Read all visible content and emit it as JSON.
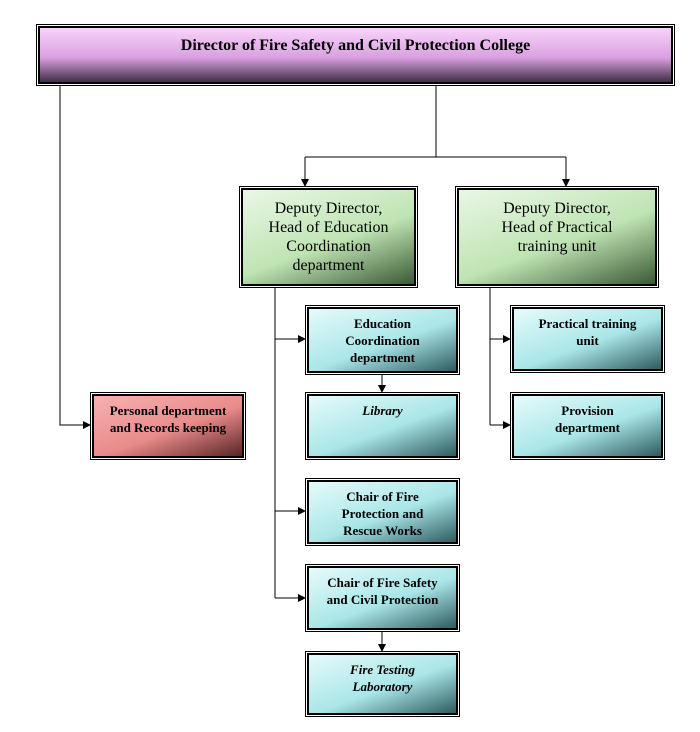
{
  "chart": {
    "director": "Director of Fire Safety and Civil Protection College",
    "deputy_education": [
      "Deputy Director,",
      "Head of Education",
      "Coordination",
      "department"
    ],
    "deputy_practical": [
      "Deputy Director,",
      "Head of Practical",
      "training unit"
    ],
    "personal": [
      "Personal department",
      "and Records keeping"
    ],
    "education_coordination": [
      "Education",
      "Coordination",
      "department"
    ],
    "library": "Library",
    "chair_rescue": [
      "Chair of Fire",
      "Protection and",
      "Rescue Works"
    ],
    "chair_safety": [
      "Chair of Fire Safety",
      "and Civil Protection"
    ],
    "fire_testing": [
      "Fire Testing",
      "Laboratory"
    ],
    "practical_training": [
      "Practical training",
      "unit"
    ],
    "provision": [
      "Provision",
      "department"
    ]
  },
  "colors": {
    "director_fill": "#e4b3ea",
    "deputy_fill": "#c3e6b7",
    "sub_fill": "#b3ebee",
    "personal_fill": "#ee9595"
  }
}
